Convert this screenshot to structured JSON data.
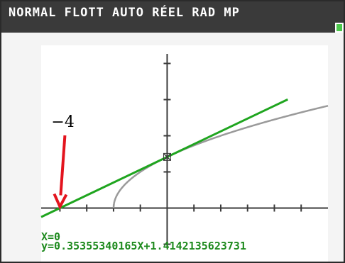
{
  "status_bar": {
    "text": "NORMAL FLOTT AUTO RÉEL RAD MP",
    "background": "#3a3a3a",
    "battery_color": "#4cc84c"
  },
  "graph": {
    "xlim": [
      -4.7,
      6
    ],
    "ylim": [
      -1.5,
      4.5
    ],
    "x_ticks": [
      -4,
      -3,
      -2,
      -1,
      1,
      2,
      3,
      4,
      5
    ],
    "y_ticks": [
      -1,
      1,
      2,
      3,
      4
    ],
    "tangent_color": "#1fa51f",
    "curve_color": "#9a9a9a",
    "annotation_color": "#e3141e"
  },
  "annotation": {
    "label": "−4",
    "points_to_x": -4
  },
  "readout": {
    "x_line": "X=0",
    "y_line": "y=0.35355340165X+1.4142135623731"
  }
}
